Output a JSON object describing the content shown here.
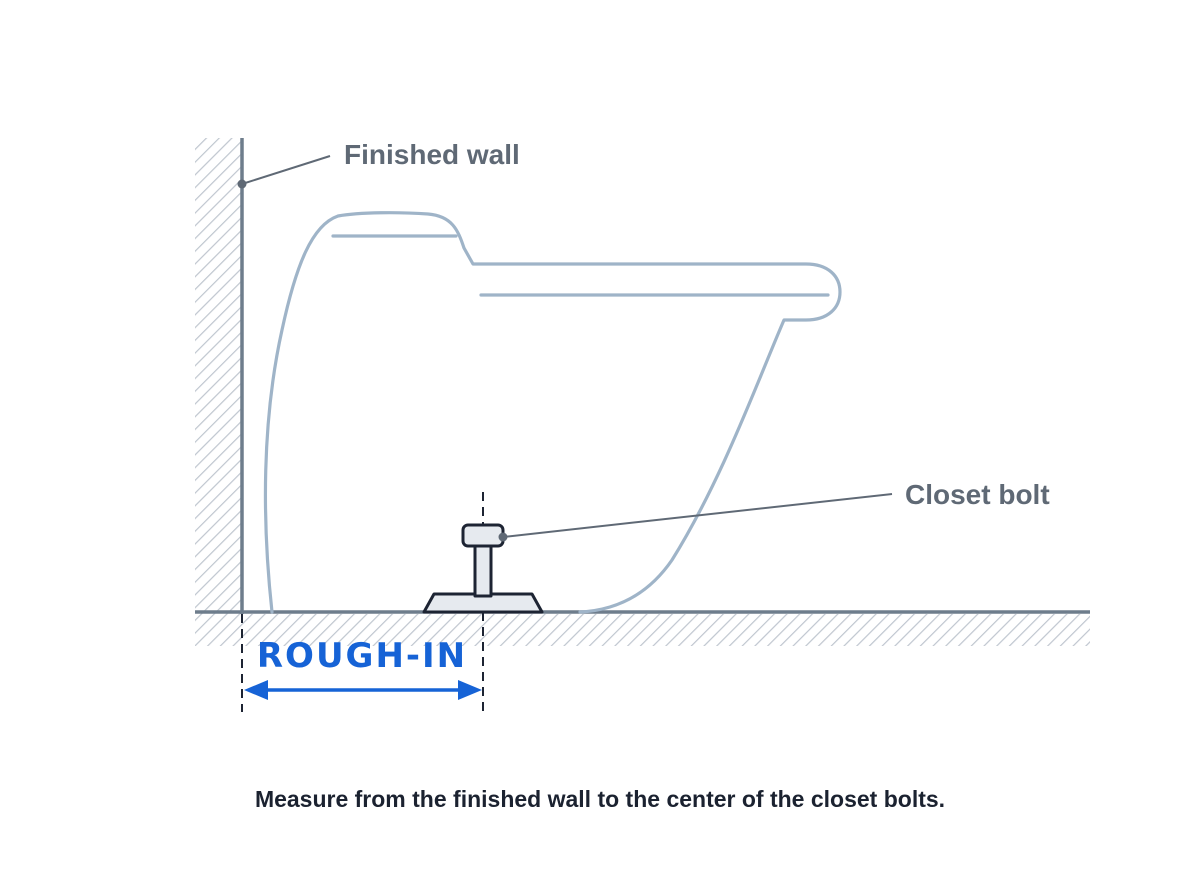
{
  "labels": {
    "finished_wall": "Finished wall",
    "closet_bolt": "Closet bolt",
    "rough_in": "ROUGH-IN"
  },
  "caption": "Measure from the finished wall to the center of the closet bolts.",
  "colors": {
    "wall_and_floor": "#6e7d8c",
    "hatch": "#bfc6cf",
    "toilet_outline": "#9fb4c8",
    "bolt": "#1d2433",
    "bolt_fill": "#e6eaef",
    "label_text": "#5f6975",
    "accent_blue": "#1663d6",
    "caption_text": "#1b2230"
  },
  "icons": {
    "toilet": "toilet-outline-icon",
    "closet_bolt": "closet-bolt-icon",
    "measurement_arrow": "double-arrow-icon"
  }
}
